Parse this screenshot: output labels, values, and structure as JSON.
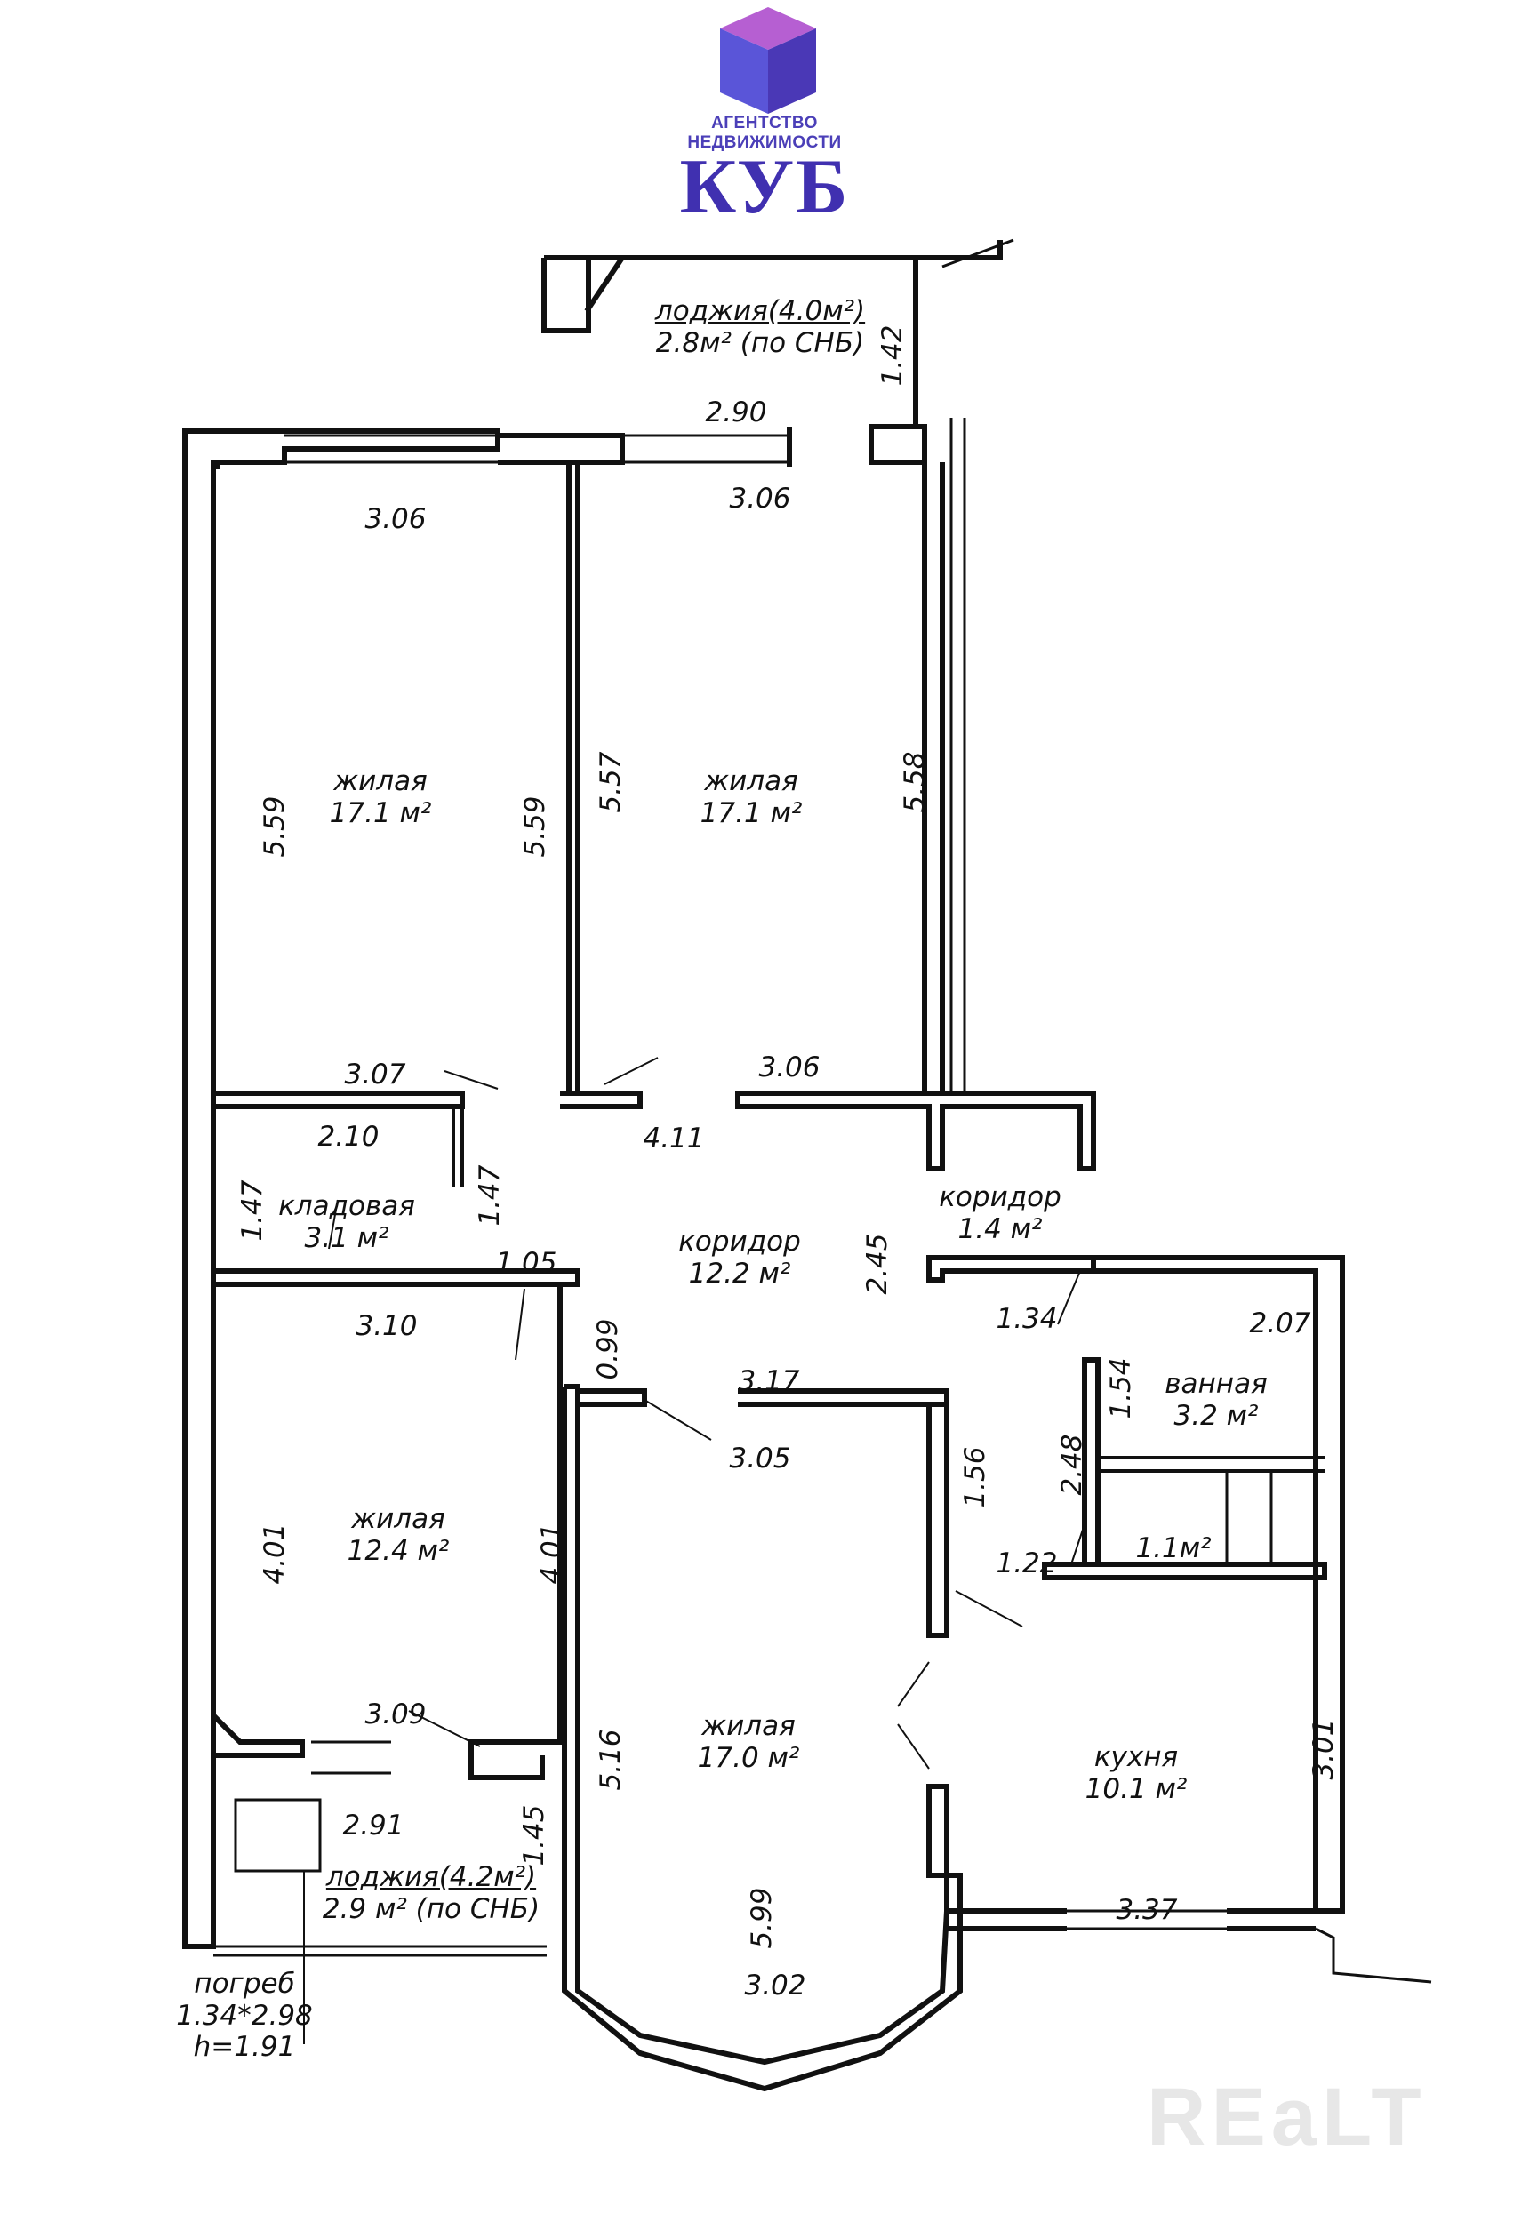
{
  "logo": {
    "line1": "АГЕНТСТВО",
    "line2": "НЕДВИЖИМОСТИ",
    "name": "КУБ",
    "colors": {
      "top": "#b65fd2",
      "left": "#5a55d8",
      "right": "#4a38b6",
      "text": "#4030b0"
    }
  },
  "watermark": "REaLT",
  "rooms": [
    {
      "id": "loggia-top",
      "line1": "лоджия(4.0м²)",
      "line2": "2.8м² (по СНБ)"
    },
    {
      "id": "living-1",
      "line1": "жилая",
      "line2": "17.1 м²"
    },
    {
      "id": "living-2",
      "line1": "жилая",
      "line2": "17.1 м²"
    },
    {
      "id": "storage",
      "line1": "кладовая",
      "line2": "3.1 м²"
    },
    {
      "id": "corridor-main",
      "line1": "коридор",
      "line2": "12.2 м²"
    },
    {
      "id": "corridor-small",
      "line1": "коридор",
      "line2": "1.4 м²"
    },
    {
      "id": "bathroom",
      "line1": "ванная",
      "line2": "3.2 м²"
    },
    {
      "id": "wc",
      "line1": "1.1м²",
      "line2": ""
    },
    {
      "id": "living-3",
      "line1": "жилая",
      "line2": "12.4 м²"
    },
    {
      "id": "living-4",
      "line1": "жилая",
      "line2": "17.0 м²"
    },
    {
      "id": "kitchen",
      "line1": "кухня",
      "line2": "10.1 м²"
    },
    {
      "id": "loggia-bottom",
      "line1": "лоджия(4.2м²)",
      "line2": "2.9 м² (по СНБ)"
    },
    {
      "id": "cellar",
      "line1": "погреб",
      "line2": "1.34*2.98",
      "line3": "h=1.91"
    }
  ],
  "dims": [
    "1.42",
    "2.90",
    "3.06",
    "3.06",
    "5.59",
    "5.59",
    "5.57",
    "5.58",
    "3.07",
    "3.06",
    "2.10",
    "4.11",
    "1.47",
    "1.47",
    "1.05",
    "2.45",
    "3.10",
    "0.99",
    "3.17",
    "3.05",
    "1.34",
    "2.07",
    "1.54",
    "2.48",
    "1.56",
    "1.22",
    "4.01",
    "4.01",
    "3.09",
    "5.16",
    "2.91",
    "1.45",
    "5.99",
    "3.02",
    "3.37",
    "3.01"
  ]
}
